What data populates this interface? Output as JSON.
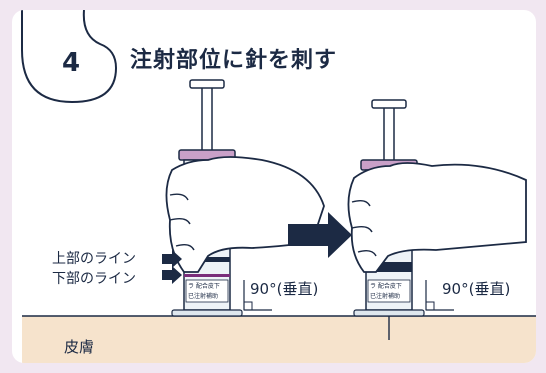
{
  "step": {
    "number": "4",
    "title": "注射部位に針を刺す"
  },
  "labels": {
    "upper_line": "上部のライン",
    "lower_line": "下部のライン",
    "angle_left": "90°(垂直)",
    "angle_right": "90°(垂直)",
    "skin": "皮膚",
    "syringe_text_1": "ラ 配合皮下",
    "syringe_text_2": "已注射補助"
  },
  "colors": {
    "ink": "#1c2a44",
    "skin": "#f6e3cc",
    "plunger": "#c9a0c8",
    "background": "#f1e7f1"
  }
}
